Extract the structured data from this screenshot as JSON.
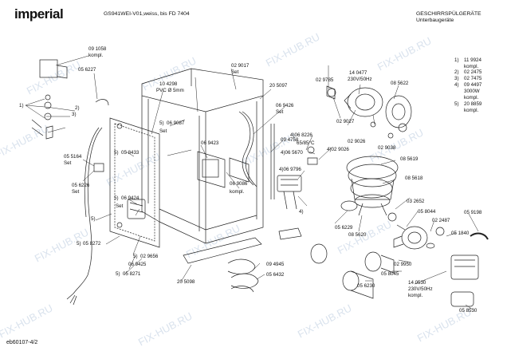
{
  "header": {
    "brand": "imperial",
    "model": "GS941WEI-V01,weiss, bis FD 7404",
    "category_line1": "GESCHIRRSPÜLGERÄTE",
    "category_line2": "Unterbaugeräte"
  },
  "footer": {
    "code": "eb60107-4/2"
  },
  "watermark": "FIX-HUB.RU",
  "legend": [
    {
      "key": "1)",
      "value": "11 9924"
    },
    {
      "key": "",
      "value": "kompl."
    },
    {
      "key": "2)",
      "value": "02 2475"
    },
    {
      "key": "3)",
      "value": "02 7475"
    },
    {
      "key": "4)",
      "value": "09 4497"
    },
    {
      "key": "",
      "value": "3000W"
    },
    {
      "key": "",
      "value": "kompl."
    },
    {
      "key": "5)",
      "value": "20 8859"
    },
    {
      "key": "",
      "value": "kompl."
    }
  ],
  "labels": {
    "p091058": "09 1058",
    "kompl_a": "kompl.",
    "p056227": "05 6227",
    "n1": "1)",
    "n2": "2)",
    "n3": "3)",
    "p055164": "05 5164",
    "set_a": "Set",
    "p056226": "05 6226",
    "set_b": "Set",
    "p104298": "10 4298",
    "pvc": "PVC Ø 5mm",
    "p029017": "02 9017",
    "set_c": "Set",
    "p205097": "20 5097",
    "p069087": "06 9087",
    "n5a": "5)",
    "set_d": "Set",
    "p058433": "05 8433",
    "n5b": "5)",
    "p069423": "06 9423",
    "p069426": "06 9426",
    "set_e": "Set",
    "p094758": "09 4758",
    "p069086": "06 9086",
    "kompl_b": "kompl.",
    "p069424": "06 9424",
    "n5c": "5)",
    "set_f": "Set",
    "n5d": "5)",
    "p058272": "05 8272",
    "n5e": "5)",
    "p029656": "02 9656",
    "n5f": "5)",
    "p069425": "06 9425",
    "p058271": "05 8271",
    "n5g": "5)",
    "p205098": "20 5098",
    "p094945": "09 4945",
    "p056432": "05 6432",
    "p029785": "02 9785",
    "p140477": "14 0477",
    "v230a": "230V/50Hz",
    "p085622": "08 5622",
    "p068226": "4)06 8226",
    "temp": "65/85°C",
    "p029027": "02 9027",
    "p029026a": "02 9026",
    "p029038": "02 9038",
    "p065670": "4)06 5670",
    "p029026b": "4)02 9026",
    "p069796": "4)06 9796",
    "p085619": "08 5619",
    "p085618": "08 5618",
    "n4": "4)",
    "p032652": "03 2652",
    "p056229": "05 6229",
    "p085620": "08 5620",
    "p058044": "05 8044",
    "p022487": "02 2487",
    "p059198": "05 9198",
    "p051840": "05 1840",
    "p029950": "02 9950",
    "p058045": "05 8045",
    "p056230": "05 6230",
    "p140530": "14 0530",
    "v230b": "230V/50Hz",
    "kompl_c": "kompl.",
    "p058530": "05 8530"
  }
}
